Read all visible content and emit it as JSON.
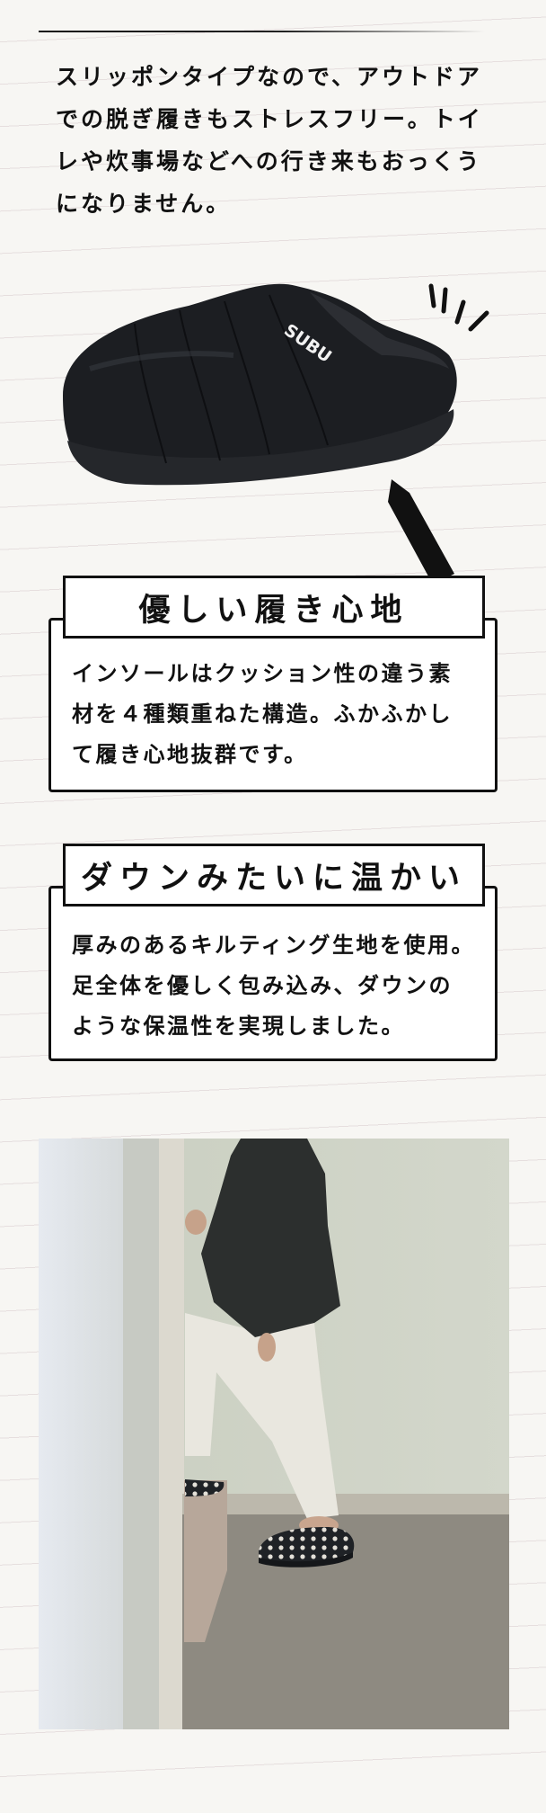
{
  "intro": {
    "lines": [
      "スリッポンタイプなので、アウトドア",
      "での脱ぎ履きもストレスフリー。トイ",
      "レや炊事場などへの行き来もおっくう",
      "になりません。"
    ]
  },
  "product": {
    "logo": "SUBU",
    "color": "#1c1e22"
  },
  "features": [
    {
      "title": "優しい履き心地",
      "lines": [
        "インソールはクッション性の違う素",
        "材を４種類重ねた構造。ふかふかし",
        "て履き心地抜群です。"
      ]
    },
    {
      "title": "ダウンみたいに温かい",
      "lines": [
        "厚みのあるキルティング生地を使用。",
        "足全体を優しく包み込み、ダウンの",
        "ような保温性を実現しました。"
      ]
    }
  ]
}
